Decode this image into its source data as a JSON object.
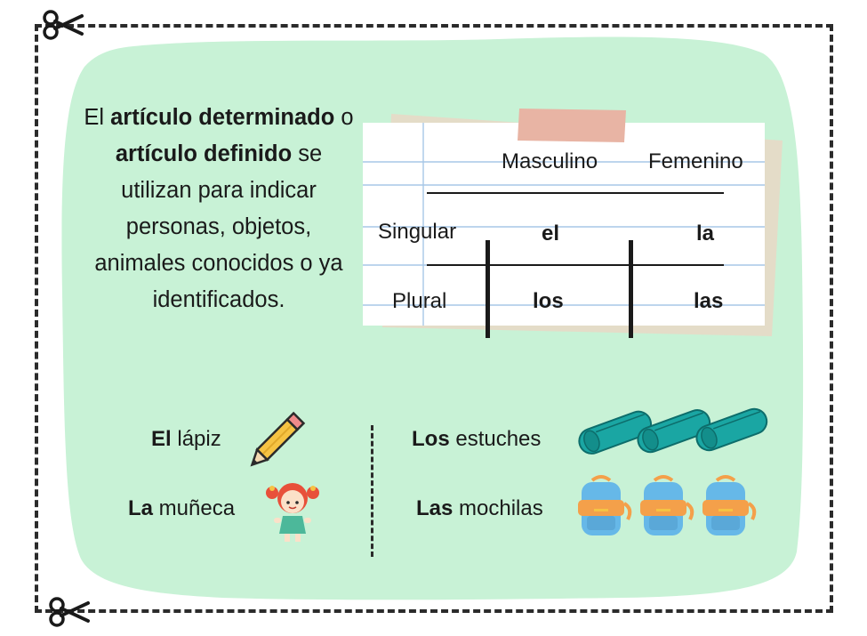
{
  "intro": {
    "parts": [
      {
        "text": "El ",
        "bold": false
      },
      {
        "text": "artículo determinado",
        "bold": true
      },
      {
        "text": " o ",
        "bold": false
      },
      {
        "text": "artículo definido",
        "bold": true
      },
      {
        "text": " se utilizan para indicar personas, objetos, animales conocidos o ya identificados.",
        "bold": false
      }
    ]
  },
  "table": {
    "headers": {
      "masculine": "Masculino",
      "feminine": "Femenino"
    },
    "rows": [
      {
        "label": "Singular",
        "masculine": "el",
        "feminine": "la"
      },
      {
        "label": "Plural",
        "masculine": "los",
        "feminine": "las"
      }
    ]
  },
  "examples": {
    "left": [
      {
        "article": "El",
        "noun": " lápiz",
        "icon": "pencil-icon"
      },
      {
        "article": "La",
        "noun": " muñeca",
        "icon": "doll-icon"
      }
    ],
    "right": [
      {
        "article": "Los",
        "noun": " estuches",
        "icon": "pencil-case-icon"
      },
      {
        "article": "Las",
        "noun": " mochilas",
        "icon": "backpack-icon"
      }
    ]
  },
  "colors": {
    "background": "#c8f2d6",
    "frame": "#2b2b2b",
    "tape": "#e8b4a4",
    "notebook_line": "#a7c7e7",
    "pencil_case": "#1aa6a3",
    "backpack_blue": "#66b8e8",
    "backpack_orange": "#f4a04a"
  }
}
